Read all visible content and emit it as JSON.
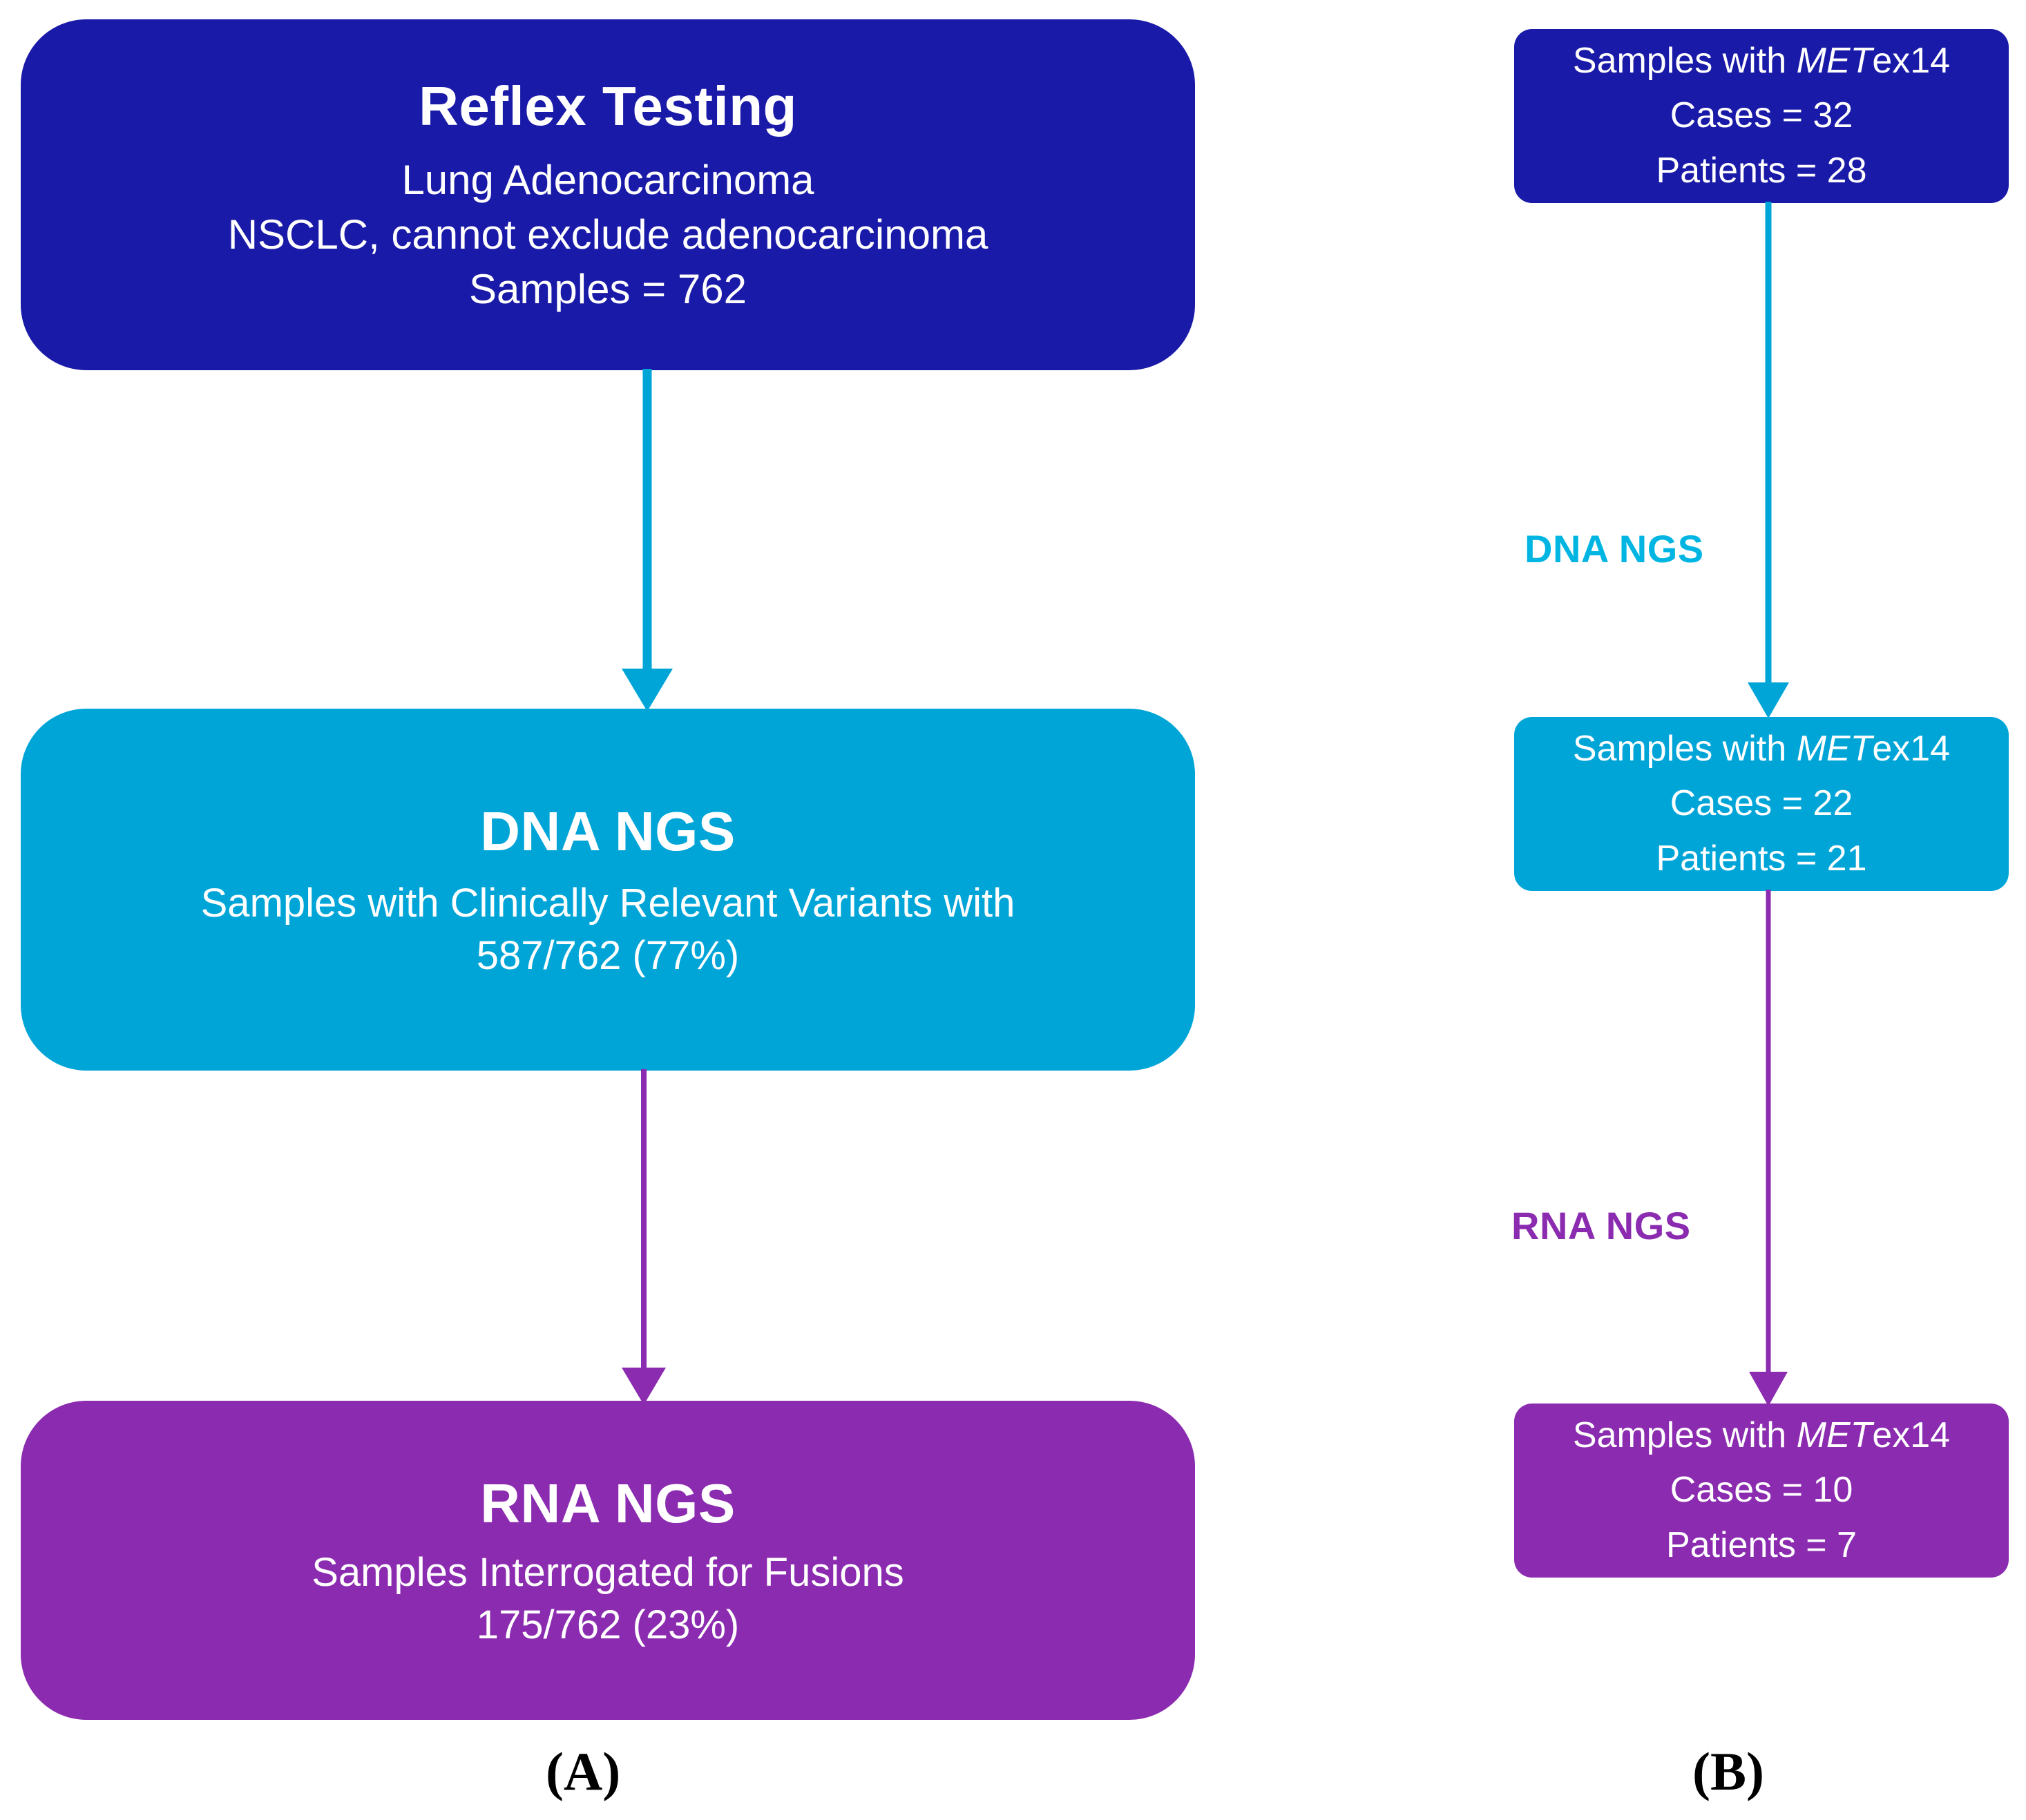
{
  "panels": {
    "a": {
      "caption": "(A)",
      "boxes": [
        {
          "title": "Reflex Testing",
          "lines": [
            "Lung  Adenocarcinoma",
            "NSCLC, cannot exclude adenocarcinoma",
            "Samples  = 762"
          ],
          "color": "#1A1AA8"
        },
        {
          "title": "DNA NGS",
          "lines": [
            "Samples with Clinically Relevant Variants with",
            "587/762 (77%)"
          ],
          "color": "#00A5D8"
        },
        {
          "title": "RNA NGS",
          "lines": [
            "Samples Interrogated for Fusions",
            "175/762 (23%)"
          ],
          "color": "#8B2BB0"
        }
      ]
    },
    "b": {
      "caption": "(B)",
      "boxes": [
        {
          "line1_prefix": "Samples with ",
          "gene_italic": "MET",
          "line1_suffix": "ex14",
          "cases": "Cases = 32",
          "patients": "Patients = 28",
          "color": "#1A1AA8"
        },
        {
          "line1_prefix": "Samples with ",
          "gene_italic": "MET",
          "line1_suffix": "ex14",
          "cases": "Cases = 22",
          "patients": "Patients = 21",
          "color": "#00A5D8"
        },
        {
          "line1_prefix": "Samples with ",
          "gene_italic": "MET",
          "line1_suffix": "ex14",
          "cases": "Cases = 10",
          "patients": "Patients = 7",
          "color": "#8B2BB0"
        }
      ],
      "arrow_labels": {
        "dna": "DNA NGS",
        "rna": "RNA NGS"
      }
    }
  },
  "colors": {
    "navy": "#1A1AA8",
    "cyan": "#00A5D8",
    "cyan_text": "#00B5E2",
    "purple": "#8B2BB0",
    "background": "#FFFFFF"
  }
}
